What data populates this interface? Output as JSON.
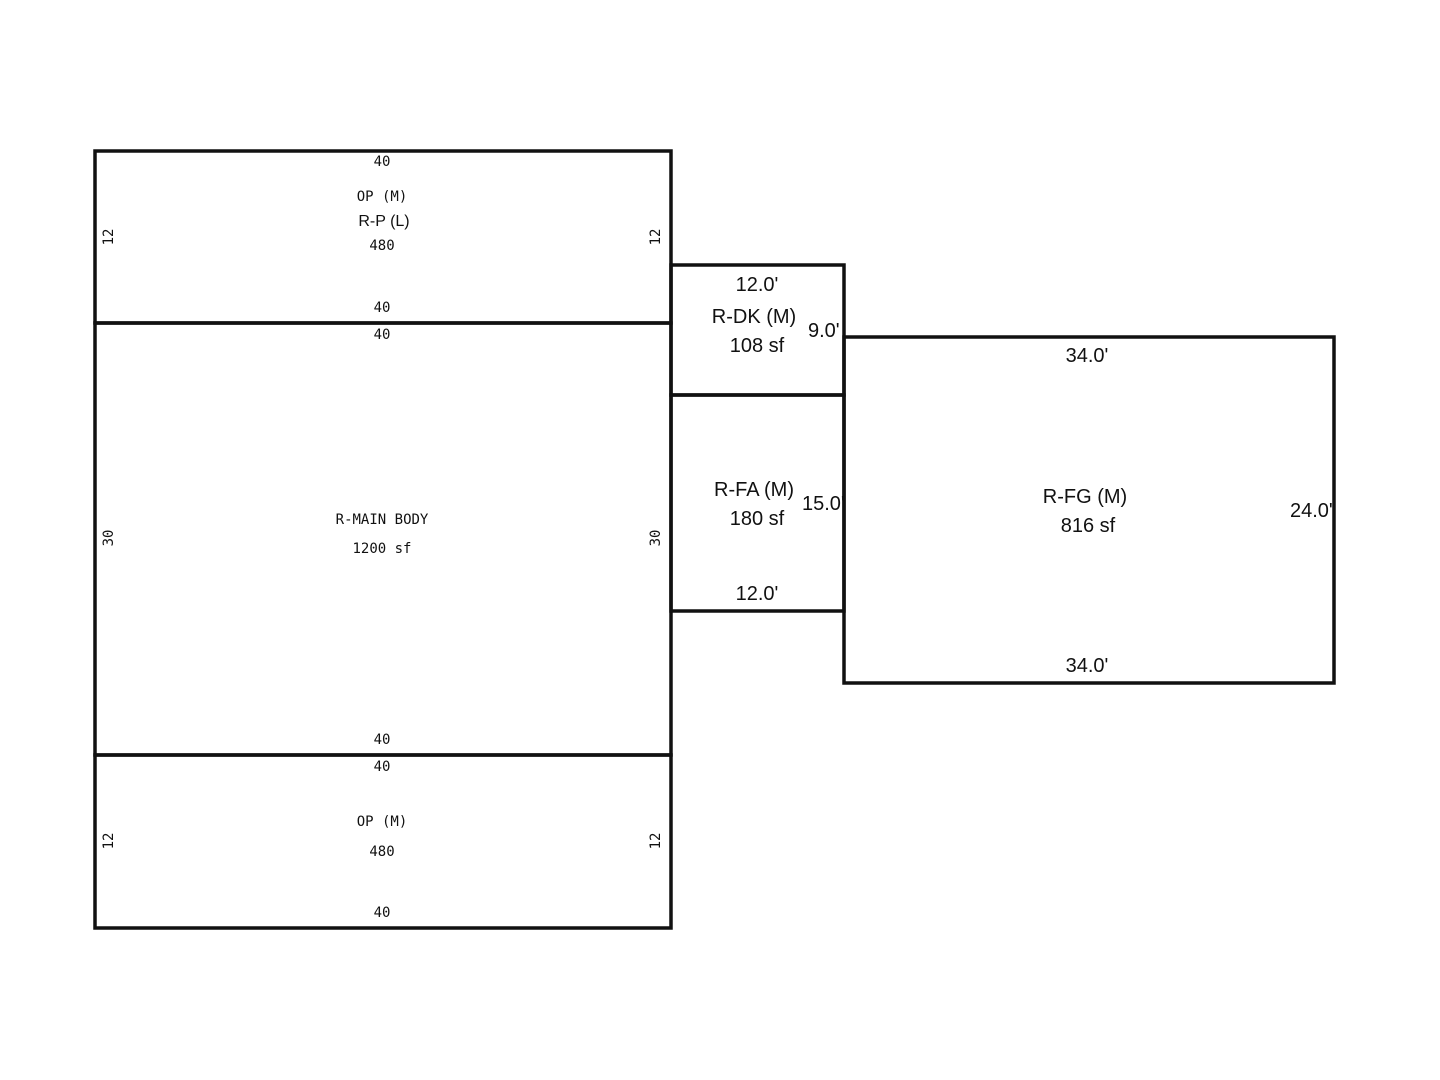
{
  "areas": {
    "op_top": {
      "label_1": "OP (M)",
      "label_2": "R-P (L)",
      "area": "480",
      "top": "40",
      "bottom": "40",
      "left": "12",
      "right": "12"
    },
    "main_body": {
      "label": "R-MAIN BODY",
      "area": "1200 sf",
      "top": "40",
      "bottom": "40",
      "left": "30",
      "right": "30"
    },
    "op_bottom": {
      "label": "OP (M)",
      "area": "480",
      "top": "40",
      "bottom": "40",
      "left": "12",
      "right": "12"
    },
    "deck": {
      "label": "R-DK (M)",
      "area": "108 sf",
      "top": "12.0'",
      "right": "9.0'"
    },
    "family": {
      "label": "R-FA (M)",
      "area": "180 sf",
      "right": "15.0'",
      "bottom": "12.0'"
    },
    "garage": {
      "label": "R-FG (M)",
      "area": "816 sf",
      "top": "34.0'",
      "bottom": "34.0'",
      "right": "24.0'"
    }
  }
}
